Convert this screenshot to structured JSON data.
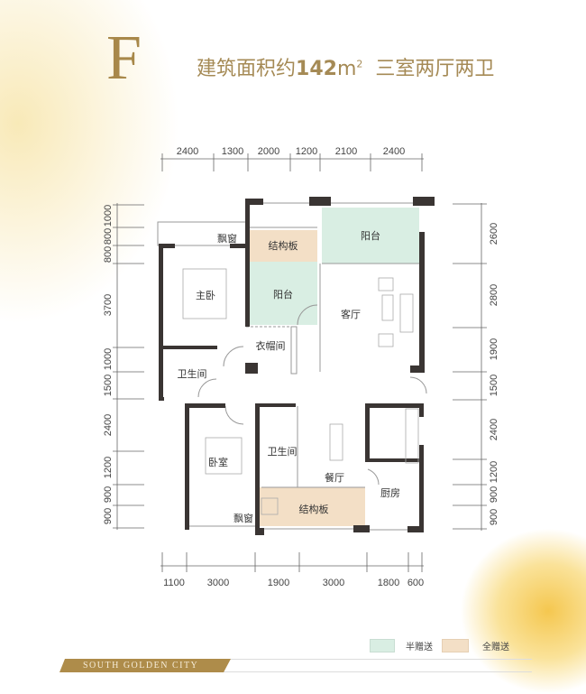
{
  "header": {
    "type_letter": "F",
    "area_prefix": "建筑面积约",
    "area_value": "142",
    "area_unit": "m",
    "area_unit_sup": "2",
    "layout": "三室两厅两卫"
  },
  "rooms": {
    "bay_window_1": "飘窗",
    "structure_board_1": "结构板",
    "balcony_1": "阳台",
    "balcony_2": "阳台",
    "master_bedroom": "主卧",
    "living_room": "客厅",
    "cloakroom": "衣帽间",
    "bathroom_1": "卫生间",
    "bathroom_2": "卫生间",
    "bedroom": "卧室",
    "dining_room": "餐厅",
    "kitchen": "厨房",
    "structure_board_2": "结构板",
    "bay_window_2": "飘窗"
  },
  "dimensions": {
    "top": [
      "2400",
      "1300",
      "2000",
      "1200",
      "2100",
      "2400"
    ],
    "bottom": [
      "1100",
      "3000",
      "1900",
      "3000",
      "1800",
      "600"
    ],
    "left": [
      "1000",
      "800",
      "800",
      "3700",
      "1000",
      "1500",
      "2400",
      "1200",
      "900",
      "900"
    ],
    "right": [
      "2600",
      "2800",
      "1900",
      "1500",
      "2400",
      "1200",
      "900",
      "900"
    ]
  },
  "legend": {
    "half_gift": "半赠送",
    "full_gift": "全赠送",
    "half_color": "#d9eee3",
    "full_color": "#f3dfc6"
  },
  "footer": {
    "brand": "SOUTH GOLDEN CITY"
  }
}
